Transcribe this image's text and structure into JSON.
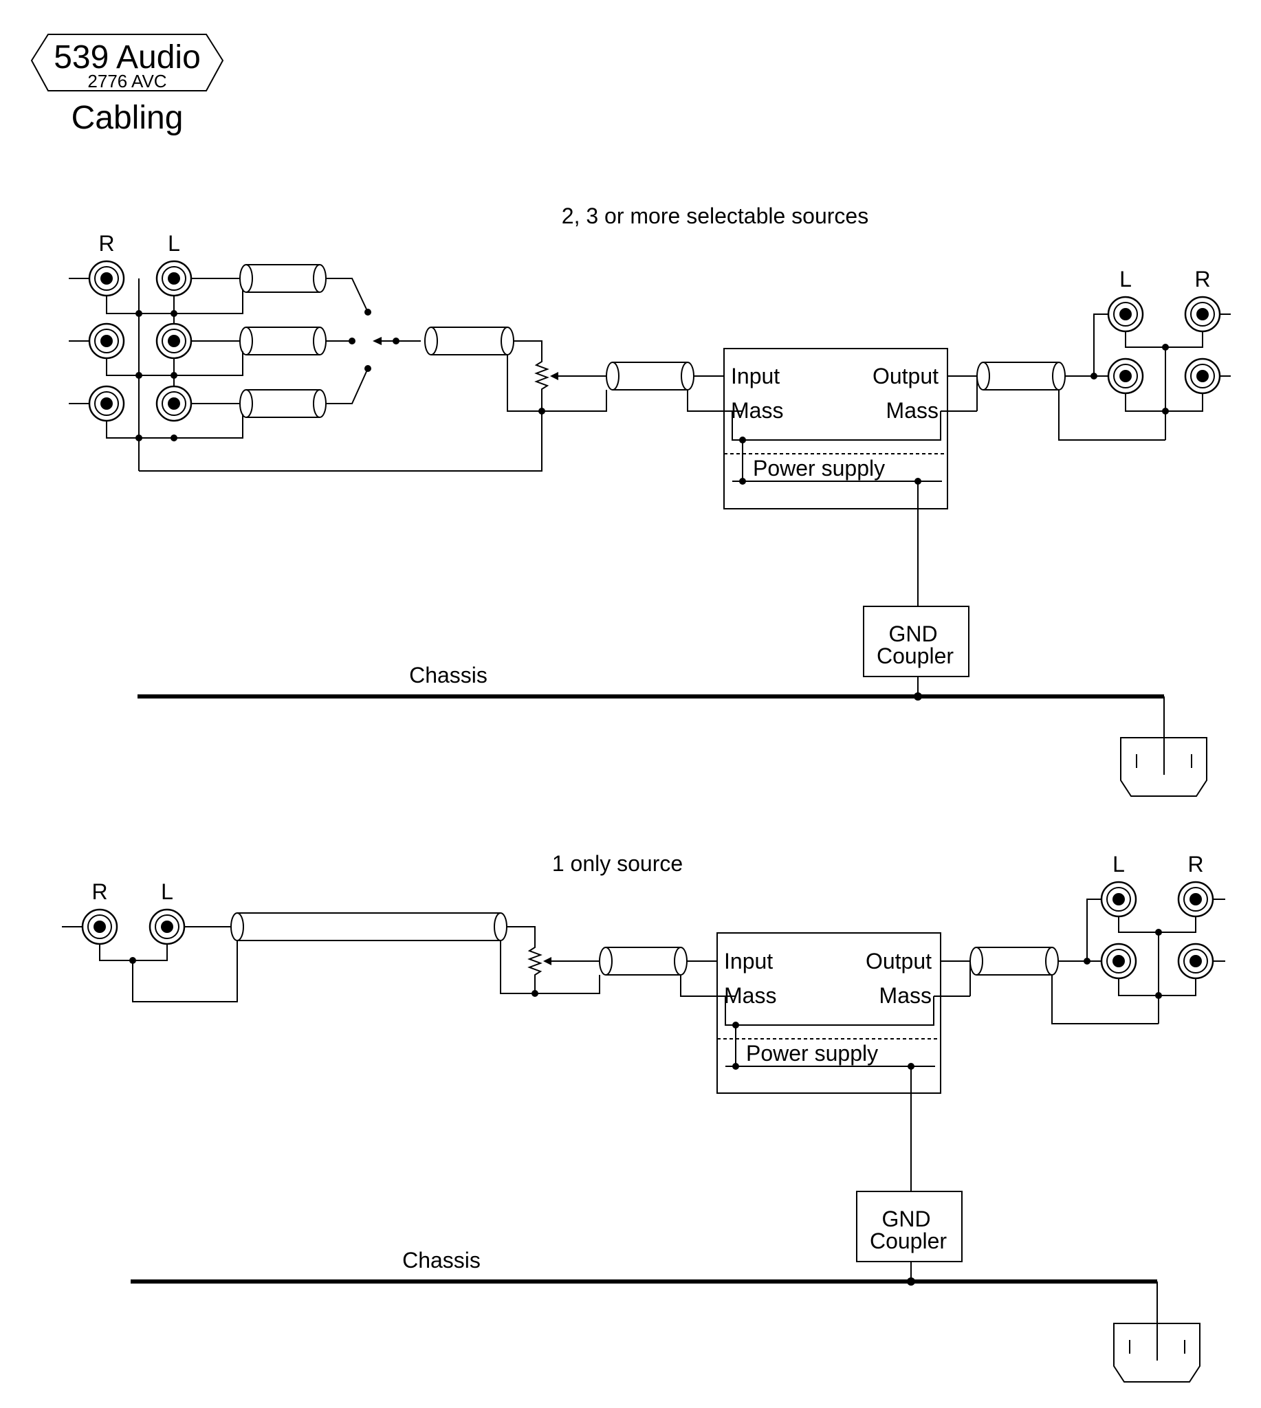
{
  "logo": {
    "brand": "539 Audio",
    "model": "2776 AVC"
  },
  "title": "Cabling",
  "colors": {
    "ink": "#000000",
    "background": "#ffffff"
  },
  "diagram_multi": {
    "heading": "2, 3 or more selectable sources",
    "input_labels": {
      "r": "R",
      "l": "L"
    },
    "output_labels": {
      "l": "L",
      "r": "R"
    },
    "module": {
      "input": "Input",
      "output": "Output",
      "mass_in": "Mass",
      "mass_out": "Mass",
      "power": "Power supply"
    },
    "gnd": {
      "line1": "GND",
      "line2": "Coupler"
    },
    "chassis": "Chassis"
  },
  "diagram_single": {
    "heading": "1 only source",
    "input_labels": {
      "r": "R",
      "l": "L"
    },
    "output_labels": {
      "l": "L",
      "r": "R"
    },
    "module": {
      "input": "Input",
      "output": "Output",
      "mass_in": "Mass",
      "mass_out": "Mass",
      "power": "Power supply"
    },
    "gnd": {
      "line1": "GND",
      "line2": "Coupler"
    },
    "chassis": "Chassis"
  },
  "icons": [
    "rca-jack-icon",
    "shielded-cable-icon",
    "potentiometer-icon",
    "selector-switch-icon",
    "iec-power-inlet-icon"
  ]
}
